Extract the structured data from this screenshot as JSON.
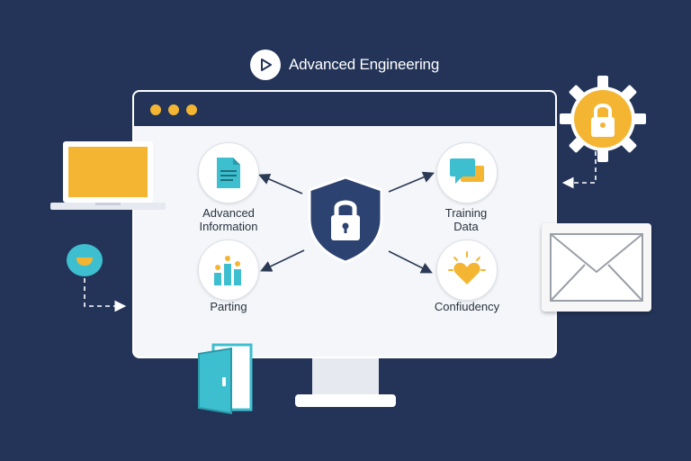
{
  "brand": {
    "title": "Advanced Engineering",
    "icon": "play-icon"
  },
  "monitor": {
    "window_dots": [
      "#f4b533",
      "#f4b533",
      "#f4b533"
    ]
  },
  "center": {
    "icon": "shield-lock-icon"
  },
  "nodes": [
    {
      "label": "Advanced Information",
      "line1": "Advanced",
      "line2": "Information",
      "icon": "document-icon"
    },
    {
      "label": "Training Data",
      "line1": "Training",
      "line2": "Data",
      "icon": "chat-bubbles-icon"
    },
    {
      "label": "Parting",
      "line1": "Parting",
      "line2": "",
      "icon": "bar-chart-icon"
    },
    {
      "label": "Confiudency",
      "line1": "Confiudency",
      "line2": "",
      "icon": "heart-icon"
    }
  ],
  "decor": {
    "left": "laptop-icon",
    "top_right": "gear-lock-icon",
    "right": "envelope-icon",
    "left_small": "chat-bubble-icon",
    "bottom": "door-icon"
  },
  "colors": {
    "background": "#233458",
    "accent_yellow": "#f4b533",
    "accent_teal": "#3dbfd0",
    "shield": "#2c4270",
    "panel": "#f4f6f9"
  }
}
